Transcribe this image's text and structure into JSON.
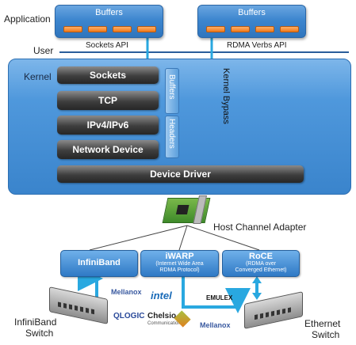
{
  "labels": {
    "application": "Application",
    "user": "User",
    "kernel": "Kernel",
    "host_channel_adapter": "Host Channel Adapter",
    "infiniband_switch_line1": "InfiniBand",
    "infiniband_switch_line2": "Switch",
    "ethernet_switch_line1": "Ethernet",
    "ethernet_switch_line2": "Switch",
    "kernel_bypass": "Kernel Bypass"
  },
  "app_boxes": {
    "left": {
      "title": "Buffers",
      "api": "Sockets API"
    },
    "right": {
      "title": "Buffers",
      "api": "RDMA Verbs API"
    }
  },
  "stack": {
    "sockets": "Sockets",
    "tcp": "TCP",
    "ip": "IPv4/IPv6",
    "network_device": "Network Device",
    "device_driver": "Device Driver",
    "buffers_vertical": "Buffers",
    "headers_vertical": "Headers"
  },
  "transports": {
    "infiniband": "InfiniBand",
    "iwarp_title": "iWARP",
    "iwarp_sub1": "(Internet Wide Area",
    "iwarp_sub2": "RDMA Protocol)",
    "roce_title": "RoCE",
    "roce_sub1": "(RDMA over",
    "roce_sub2": "Converged Ethernet)"
  },
  "logos": {
    "mellanox": "Mellanox",
    "qlogic": "QLOGIC",
    "intel": "intel",
    "chelsio": "Chelsio",
    "chelsio_sub": "Communications",
    "emulex": "EMULEX",
    "mellanox2": "Mellanox"
  },
  "colors": {
    "accent_blue": "#3d86cf",
    "arrow_cyan": "#29a8e0",
    "buffer_orange": "#f07a1c"
  }
}
